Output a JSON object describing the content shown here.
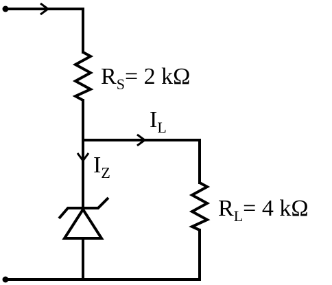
{
  "labels": {
    "rs": {
      "symbol": "R",
      "subscript": "S",
      "text": "= 2 kΩ"
    },
    "il": {
      "symbol": "I",
      "subscript": "L"
    },
    "iz": {
      "symbol": "I",
      "subscript": "Z"
    },
    "rl": {
      "symbol": "R",
      "subscript": "L",
      "text": "= 4 kΩ"
    }
  },
  "colors": {
    "wire": "#000000",
    "background": "#ffffff"
  }
}
